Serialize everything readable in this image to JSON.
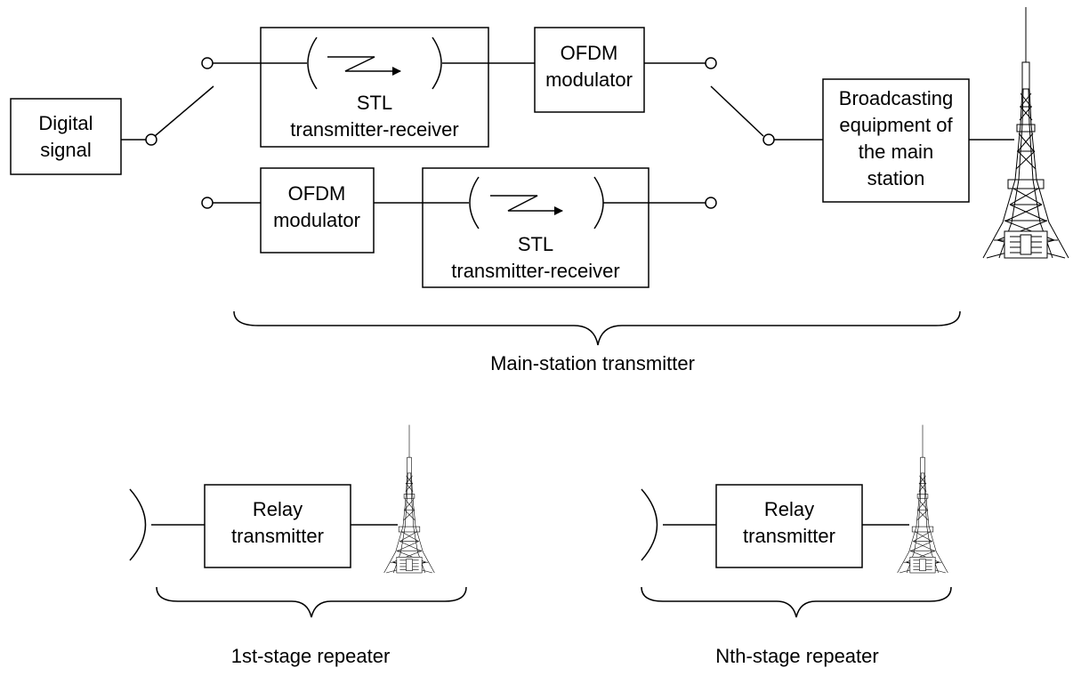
{
  "main": {
    "digital_signal": [
      "Digital",
      "signal"
    ],
    "stl_top": [
      "STL",
      "transmitter-receiver"
    ],
    "ofdm_top": [
      "OFDM",
      "modulator"
    ],
    "ofdm_bottom": [
      "OFDM",
      "modulator"
    ],
    "stl_bottom": [
      "STL",
      "transmitter-receiver"
    ],
    "broadcasting": [
      "Broadcasting",
      "equipment of",
      "the main",
      "station"
    ],
    "caption": "Main-station transmitter"
  },
  "repeaters": [
    {
      "relay": [
        "Relay",
        "transmitter"
      ],
      "caption": "1st-stage repeater"
    },
    {
      "relay": [
        "Relay",
        "transmitter"
      ],
      "caption": "Nth-stage repeater"
    }
  ]
}
